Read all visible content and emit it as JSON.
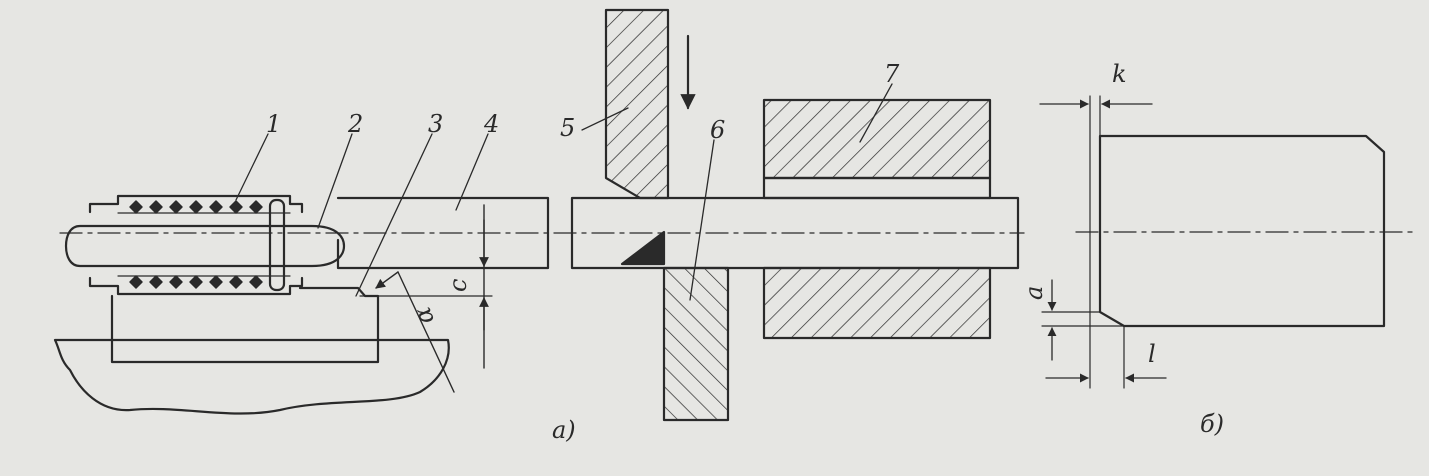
{
  "labels": {
    "part_1": "1",
    "part_2": "2",
    "part_3": "3",
    "part_4": "4",
    "part_5": "5",
    "part_6": "6",
    "part_7": "7"
  },
  "dimensions": {
    "c": "c",
    "alpha": "α",
    "k": "k",
    "a": "a",
    "l": "l"
  },
  "captions": {
    "view_a": "а)",
    "view_b": "б)"
  },
  "colors": {
    "background": "#e6e6e3",
    "ink": "#2a2a2a"
  }
}
